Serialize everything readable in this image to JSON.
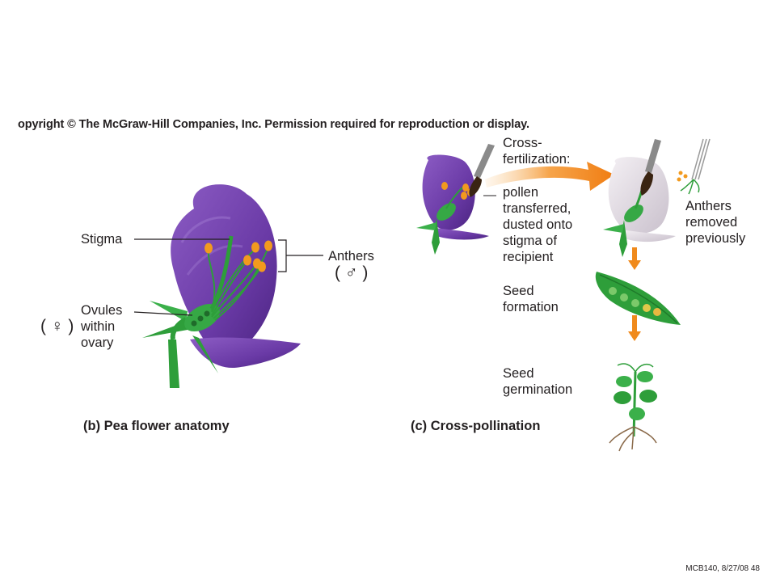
{
  "slide": {
    "copyright": "opyright © The McGraw-Hill Companies, Inc. Permission required for reproduction or display.",
    "footer": "MCB140, 8/27/08  48"
  },
  "anatomy": {
    "stigma_label": "Stigma",
    "anthers_label": "Anthers",
    "male_symbol": "( ♂ )",
    "ovules_label": "Ovules\nwithin\novary",
    "female_symbol": "( ♀ )",
    "caption": "(b)  Pea flower anatomy"
  },
  "pollination": {
    "cross_fert_label": "Cross-\nfertilization:",
    "pollen_label": "pollen\ntransferred,\ndusted onto\nstigma of\nrecipient",
    "anthers_removed_label": "Anthers\nremoved\npreviously",
    "seed_formation_label": "Seed\nformation",
    "seed_germination_label": "Seed\ngermination",
    "caption": "(c)  Cross-pollination"
  },
  "colors": {
    "petal_purple": "#6a3aa6",
    "petal_white": "#e4dde6",
    "stem_green": "#2e9e3a",
    "anther_orange": "#f29a1e",
    "arrow_orange": "#f08a1c"
  }
}
